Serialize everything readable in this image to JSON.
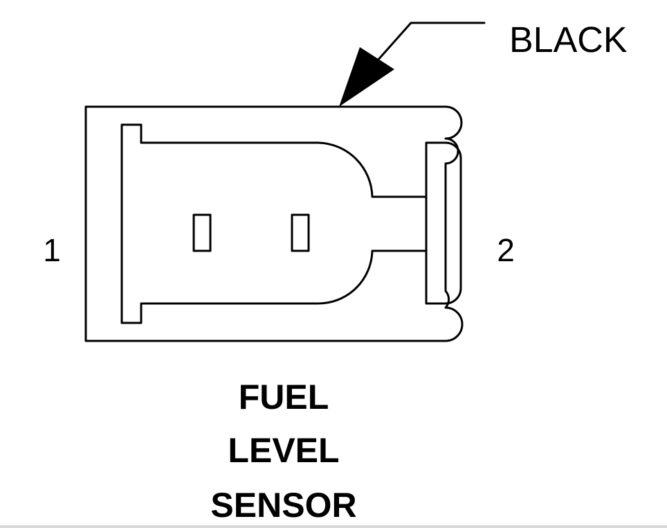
{
  "connector": {
    "color_label": "BLACK",
    "pins": [
      {
        "number": "1"
      },
      {
        "number": "2"
      }
    ],
    "title_lines": [
      "FUEL",
      "LEVEL",
      "SENSOR"
    ]
  },
  "colors": {
    "line": "#000000",
    "background": "#ffffff"
  }
}
